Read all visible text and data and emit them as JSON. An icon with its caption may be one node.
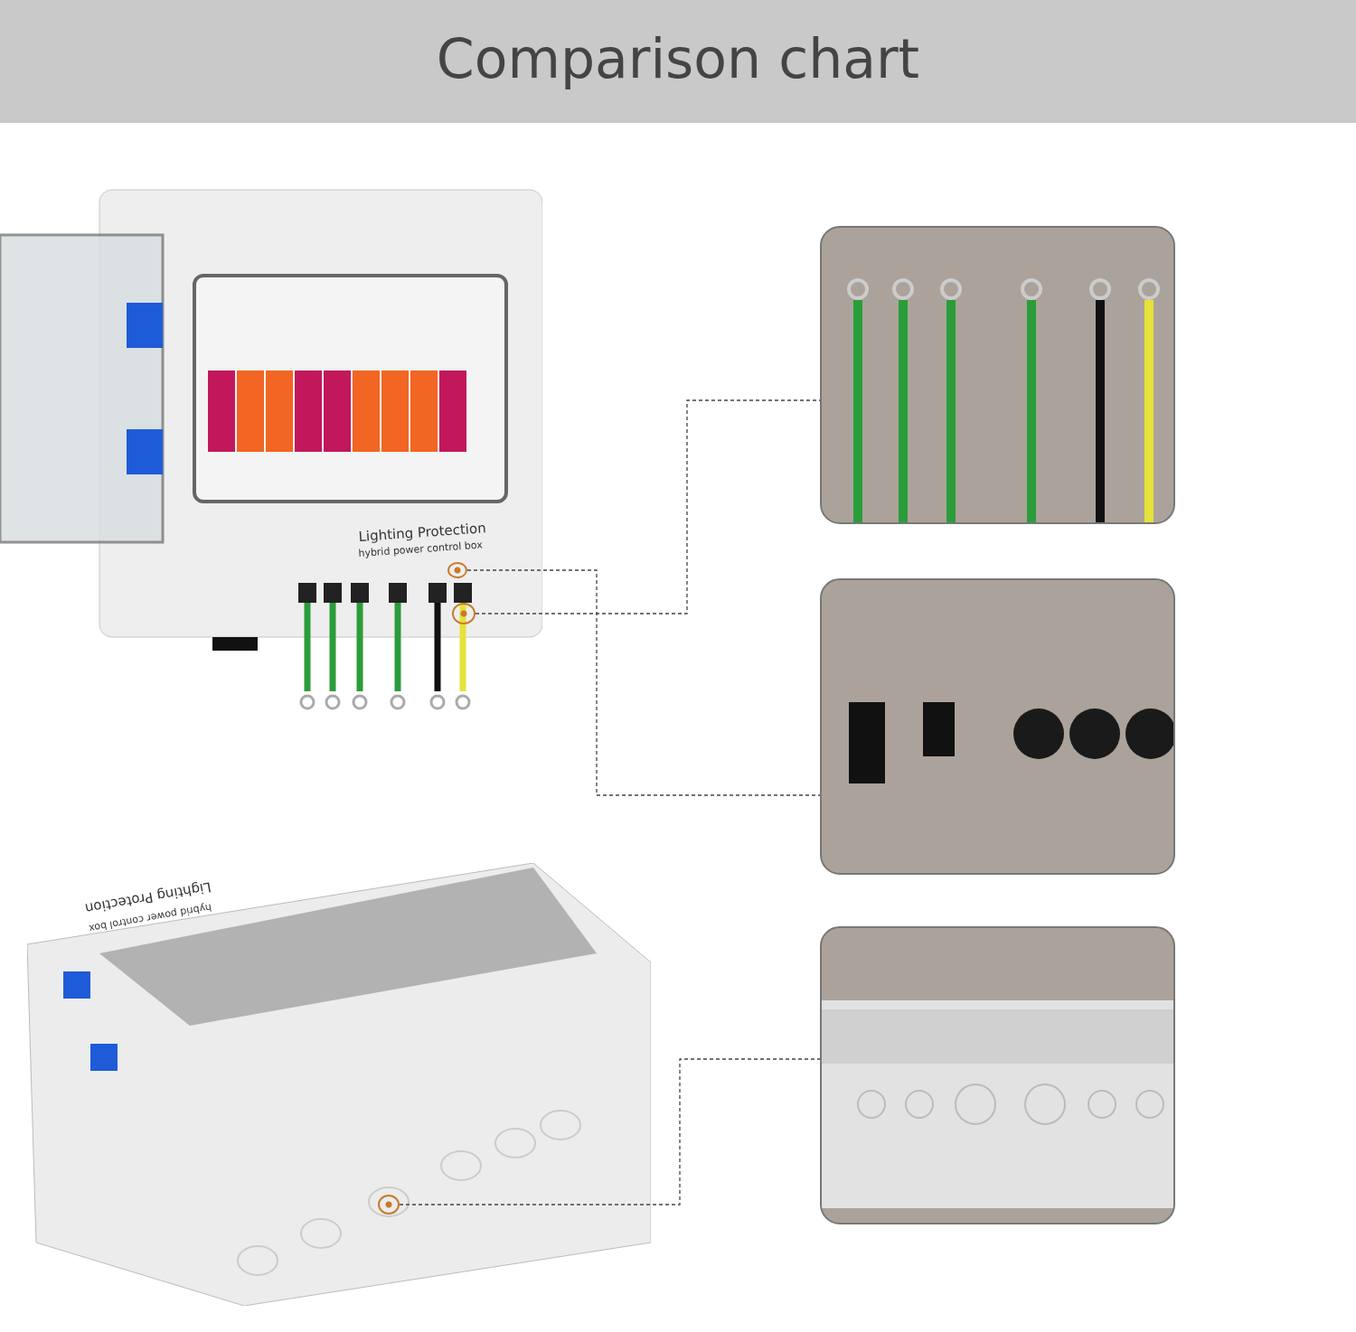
{
  "diagram": {
    "title": "Comparison chart",
    "nodes": [
      {
        "text": [],
        "shape": "picture"
      },
      {
        "text": [],
        "shape": "picture",
        "in": 0
      },
      {
        "text": [],
        "shape": "picture",
        "in": 0
      },
      {
        "text": [],
        "shape": "picture"
      },
      {
        "text": [],
        "shape": "picture"
      },
      {
        "text": [],
        "shape": "picture"
      },
      {
        "text": [],
        "shape": "picture",
        "in": 5
      },
      {
        "text": [],
        "shape": "picture"
      }
    ],
    "edges": [
      {
        "from": 2,
        "to": 3,
        "arrow": "none",
        "style": "dashed"
      },
      {
        "from": 1,
        "to": 4,
        "arrow": "none",
        "style": "dashed"
      },
      {
        "from": 6,
        "to": 7,
        "arrow": "none",
        "style": "dashed"
      }
    ],
    "labels": [
      "Lighting Protection",
      "hybrid power control box",
      "Lighting Protection",
      "hybrid power control box"
    ]
  }
}
